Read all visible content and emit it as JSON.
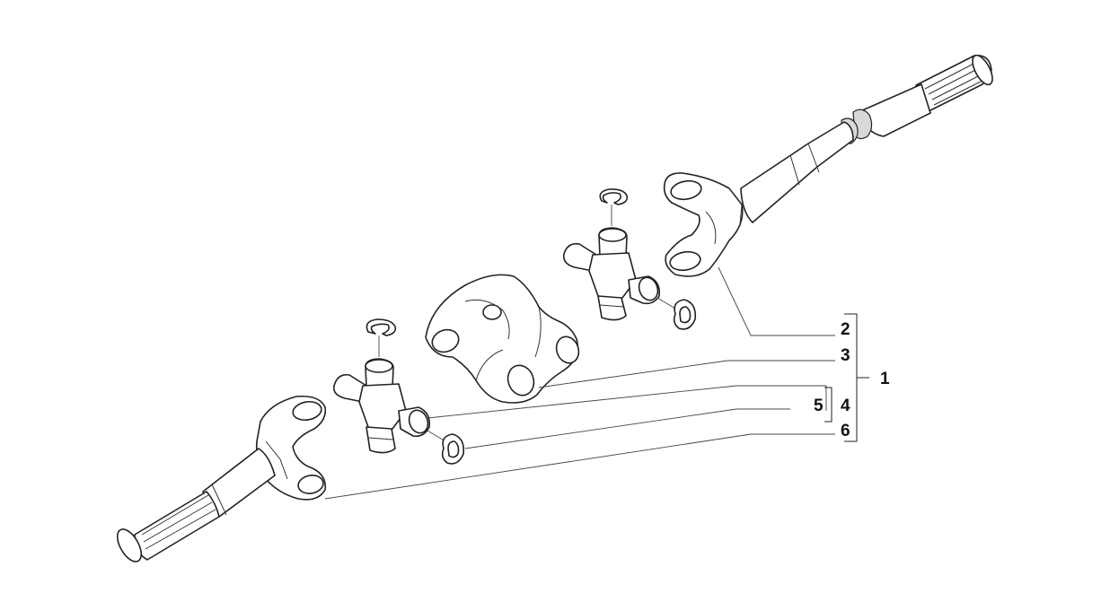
{
  "callouts": {
    "c1": "1",
    "c2": "2",
    "c3": "3",
    "c4": "4",
    "c5": "5",
    "c6": "6"
  },
  "colors": {
    "line": "#222222",
    "fill": "#ffffff",
    "shade": "#d8d8d8"
  }
}
